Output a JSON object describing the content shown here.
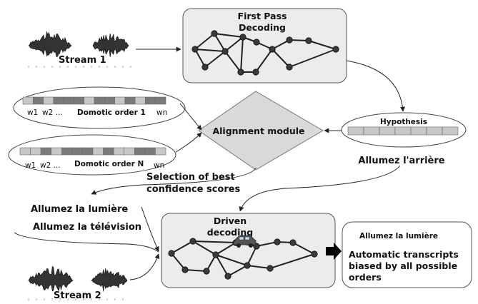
{
  "diagram": {
    "stream1_label": "Stream 1",
    "stream2_label": "Stream 2",
    "first_pass_line1": "First Pass",
    "first_pass_line2": "Decoding",
    "hypothesis_label": "Hypothesis",
    "hypothesis_text": "Allumez l'arrière",
    "alignment_module_label": "Alignment module",
    "order1": {
      "w1": "w1",
      "w2": "w2 ...",
      "name": "Domotic order 1",
      "wn": "wn"
    },
    "orderN": {
      "w1": "w1",
      "w2": "w2 ...",
      "name": "Domotic order N",
      "wn": "wn"
    },
    "selection_line1": "Selection of best",
    "selection_line2": "confidence scores",
    "candidate1": "Allumez la lumière",
    "candidate2": "Allumez la télévision",
    "driven_line1": "Driven",
    "driven_line2": "decoding",
    "output_title": "Allumez la lumière",
    "output_line1": "Automatic transcripts",
    "output_line2": "biased by all possible",
    "output_line3": "orders"
  },
  "colors": {
    "panel_fill": "#ececec",
    "diamond_fill": "#d9d9d9",
    "node_fill": "#3a3a3a",
    "strip_light": "#c8c8c8",
    "strip_dark": "#7a7a7a",
    "line": "#222222"
  }
}
